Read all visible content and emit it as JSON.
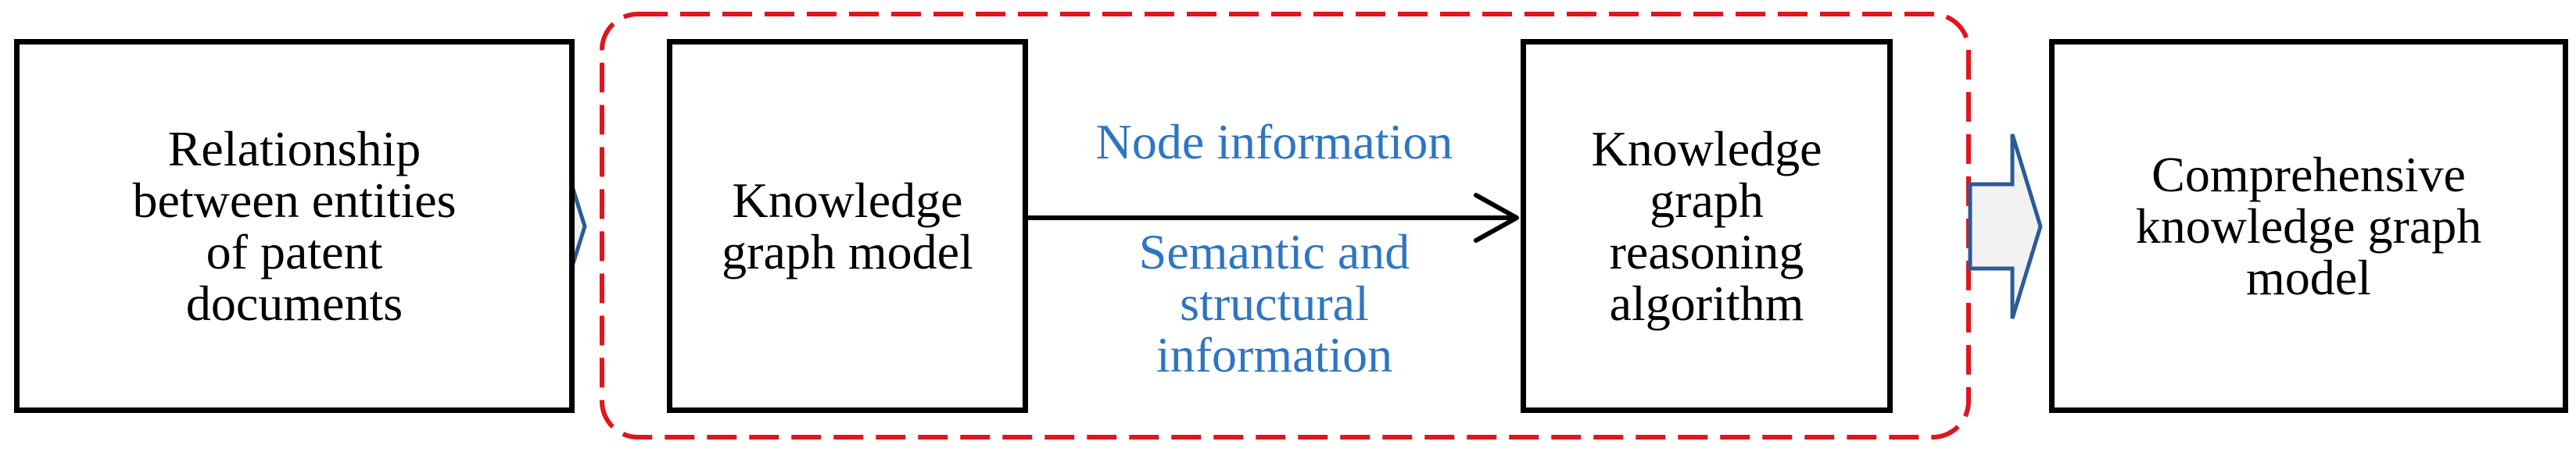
{
  "diagram": {
    "nodes": {
      "input": {
        "lines": [
          "Relationship",
          "between entities",
          "of patent",
          "documents"
        ]
      },
      "model": {
        "lines": [
          "Knowledge",
          "graph model"
        ]
      },
      "reasoning": {
        "lines": [
          "Knowledge",
          "graph",
          "reasoning",
          "algorithm"
        ]
      },
      "output": {
        "lines": [
          "Comprehensive",
          "knowledge graph",
          "model"
        ]
      }
    },
    "edge_labels": {
      "node_info": {
        "lines": [
          "Node information"
        ]
      },
      "semantic_info": {
        "lines": [
          "Semantic and",
          "structural",
          "information"
        ]
      }
    },
    "colors": {
      "box_border": "#000000",
      "text": "#000000",
      "edge_label": "#2e75c3",
      "group_border": "#e0151d",
      "block_arrow_stroke": "#2c5b96",
      "block_arrow_fill": "#f2f2f2",
      "connector": "#000000"
    }
  }
}
